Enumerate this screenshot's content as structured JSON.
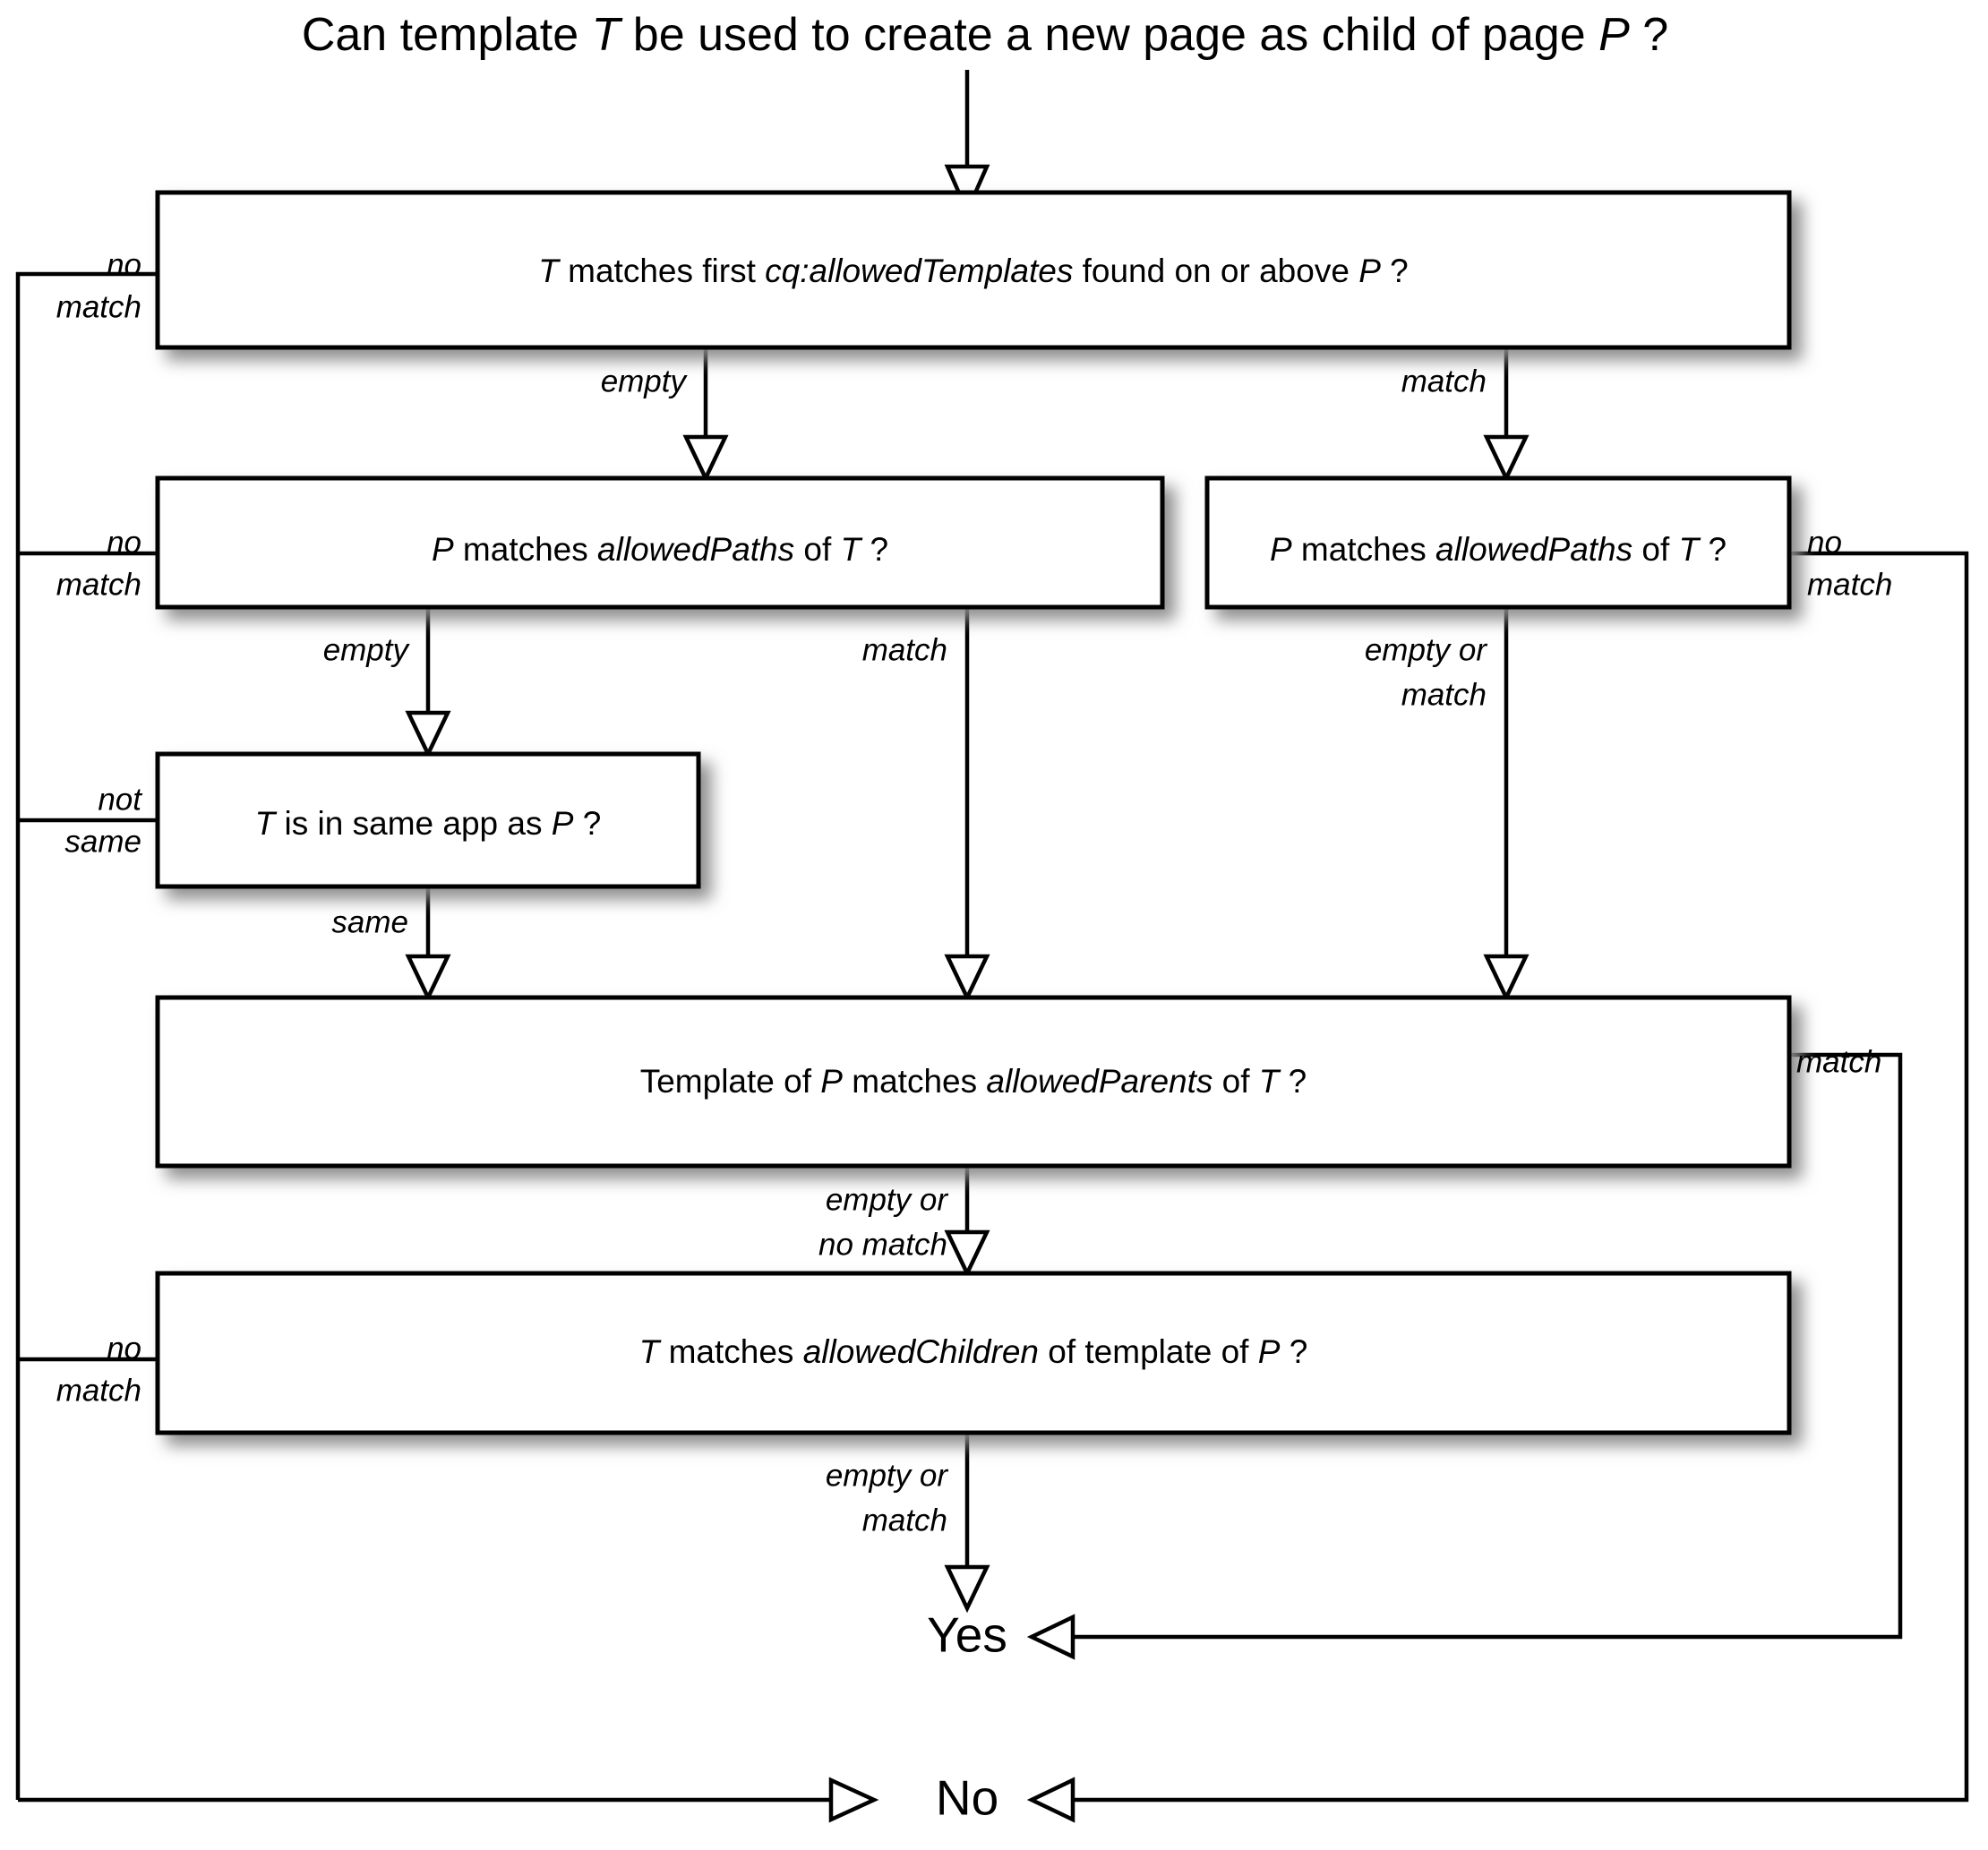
{
  "diagram": {
    "title": {
      "full": "Can template T be used to create a new page as child of page P ?",
      "part1": "Can template ",
      "em1": "T",
      "part2": " be used to create a new page as child of page ",
      "em2": "P",
      "part3": " ?"
    },
    "nodes": [
      {
        "id": "allowed-templates",
        "text": "T matches first cq:allowedTemplates found on or above P ?",
        "part1": "",
        "em1": "T",
        "part2": " matches first ",
        "em2": "cq:allowedTemplates",
        "part3": " found on or above ",
        "em3": "P",
        "part4": " ?"
      },
      {
        "id": "allowed-paths-left",
        "text": "P matches allowedPaths of T ?",
        "part1": "",
        "em1": "P",
        "part2": " matches ",
        "em2": "allowedPaths",
        "part3": " of ",
        "em3": "T",
        "part4": " ?"
      },
      {
        "id": "allowed-paths-right",
        "text": "P matches allowedPaths of T ?",
        "part1": "",
        "em1": "P",
        "part2": " matches ",
        "em2": "allowedPaths",
        "part3": " of ",
        "em3": "T",
        "part4": " ?"
      },
      {
        "id": "same-app",
        "text": "T is in same app as P ?",
        "part1": "",
        "em1": "T",
        "part2": " is in same app as ",
        "em2": "P",
        "part3": " ?"
      },
      {
        "id": "allowed-parents",
        "text": "Template of P matches allowedParents of T ?",
        "part1": "Template of ",
        "em1": "P",
        "part2": " matches ",
        "em2": "allowedParents",
        "part3": " of ",
        "em3": "T",
        "part4": " ?"
      },
      {
        "id": "allowed-children",
        "text": "T matches allowedChildren of template of P ?",
        "part1": "",
        "em1": "T",
        "part2": " matches ",
        "em2": "allowedChildren",
        "part3": " of template of ",
        "em3": "P",
        "part4": " ?"
      }
    ],
    "terminals": {
      "yes": "Yes",
      "no": "No"
    },
    "edge_labels": {
      "templates_no_match_l1": "no",
      "templates_no_match_l2": "match",
      "templates_empty": "empty",
      "templates_match": "match",
      "paths_left_no_match_l1": "no",
      "paths_left_no_match_l2": "match",
      "paths_left_empty": "empty",
      "paths_left_match": "match",
      "paths_right_no_match_l1": "no",
      "paths_right_no_match_l2": "match",
      "paths_right_empty_or_l1": "empty or",
      "paths_right_empty_or_l2": "match",
      "same_app_not_same_l1": "not",
      "same_app_not_same_l2": "same",
      "same_app_same": "same",
      "parents_empty_or_no_match_l1": "empty or",
      "parents_empty_or_no_match_l2": "no match",
      "parents_match": "match",
      "children_no_match_l1": "no",
      "children_no_match_l2": "match",
      "children_empty_or_match_l1": "empty or",
      "children_empty_or_match_l2": "match"
    },
    "colors": {
      "stroke": "#000000",
      "fill": "#ffffff",
      "background": "#ffffff",
      "shadow": "#999999"
    }
  }
}
